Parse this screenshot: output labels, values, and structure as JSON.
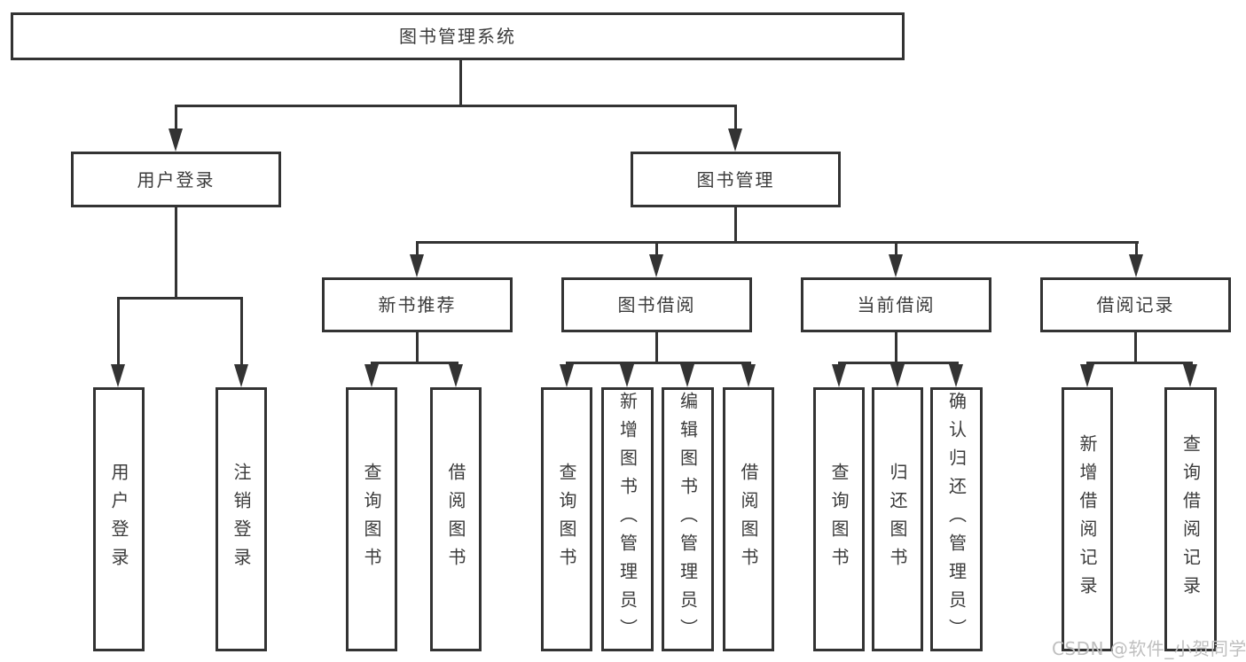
{
  "diagram": {
    "title": "图书管理系统",
    "root": "图书管理系统",
    "level2": {
      "user_login": "用户登录",
      "book_management": "图书管理"
    },
    "login_children": [
      "用户登录",
      "注销登录"
    ],
    "categories": [
      "新书推荐",
      "图书借阅",
      "当前借阅",
      "借阅记录"
    ],
    "newbook_children": [
      "查询图书",
      "借阅图书"
    ],
    "borrow_children": [
      "查询图书",
      "新增图书（管理员）",
      "编辑图书（管理员）",
      "借阅图书"
    ],
    "current_children": [
      "查询图书",
      "归还图书",
      "确认归还（管理员）"
    ],
    "record_children": [
      "新增借阅记录",
      "查询借阅记录"
    ],
    "watermark": "CSDN @软件_小贺同学"
  },
  "colors": {
    "line": "#333333",
    "text": "#3b3b3b",
    "watermark": "#bfbfbf",
    "background": "#ffffff"
  }
}
